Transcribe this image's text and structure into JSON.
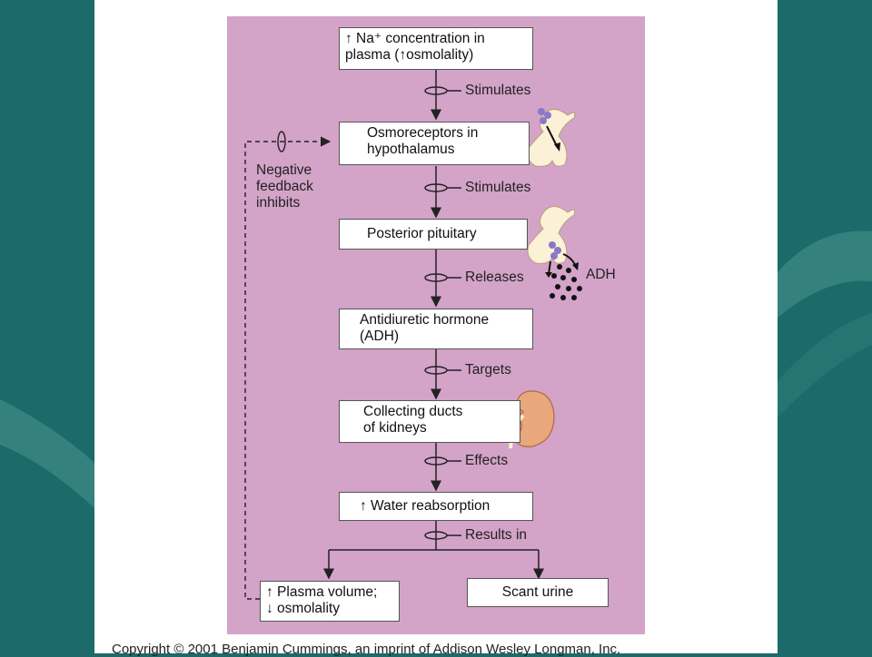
{
  "diagram": {
    "boxes": {
      "na_concentration": "↑ Na⁺ concentration in\nplasma (↑osmolality)",
      "osmoreceptors": "Osmoreceptors in\nhypothalamus",
      "posterior_pituitary": "Posterior pituitary",
      "adh": "Antidiuretic hormone\n(ADH)",
      "collecting_ducts": "Collecting ducts\nof kidneys",
      "water_reabsorption": "↑ Water reabsorption",
      "plasma_volume": "↑ Plasma volume;\n↓ osmolality",
      "scant_urine": "Scant urine"
    },
    "arrow_labels": {
      "stimulates_1": "Stimulates",
      "stimulates_2": "Stimulates",
      "releases": "Releases",
      "targets": "Targets",
      "effects": "Effects",
      "results_in": "Results in"
    },
    "feedback_label": "Negative\nfeedback\ninhibits",
    "adh_label": "ADH"
  },
  "copyright": "Copyright © 2001 Benjamin Cummings, an imprint of Addison Wesley Longman, Inc.",
  "colors": {
    "background": "#1c6b6a",
    "panel": "#d3a3c8",
    "gland": "#fbf1d6",
    "kidney": "#e8a87c"
  }
}
